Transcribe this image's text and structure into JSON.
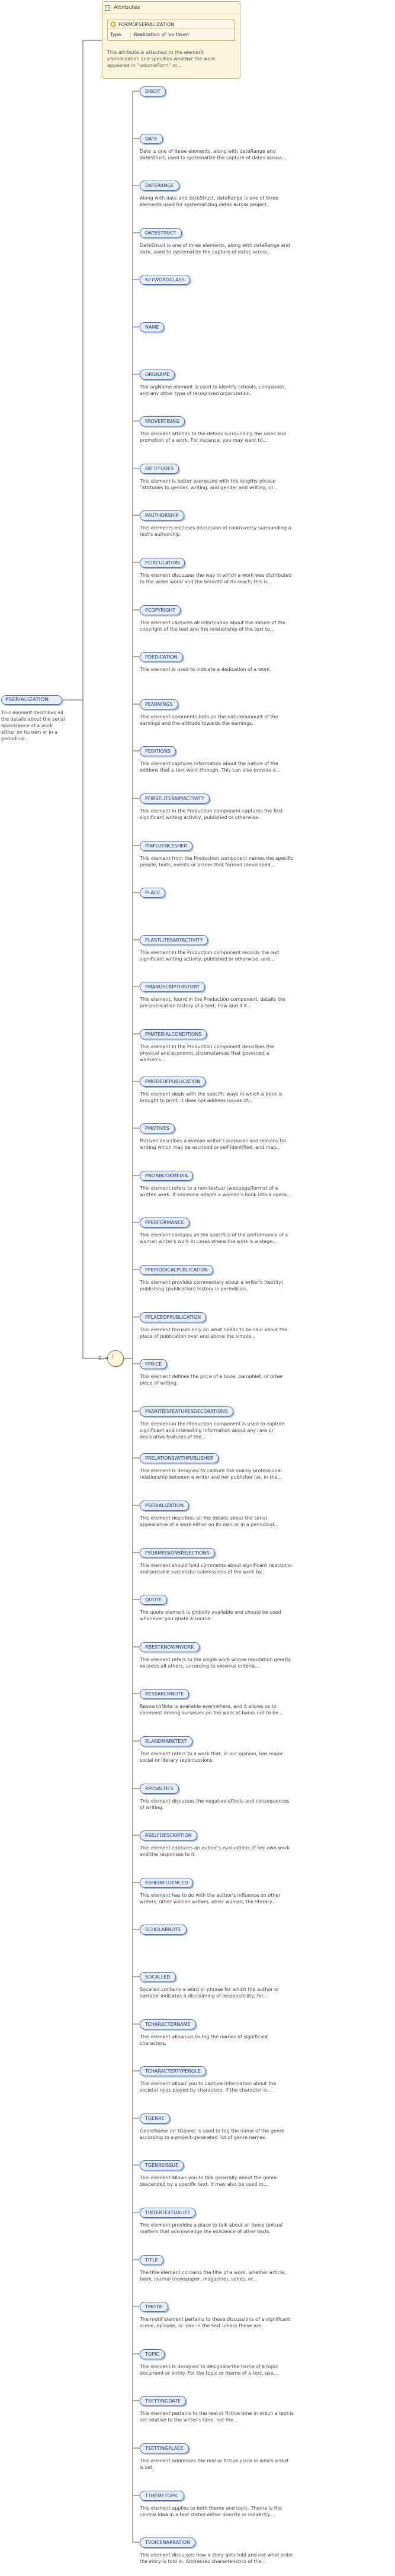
{
  "attributes": {
    "header": "Attributes",
    "name": "FORMOFSERIALIZATION",
    "type_label": "Type",
    "type_value": "Realization of 'xs:token'",
    "doc": "This attribute is attached to the element pSerialization and specifies whether the work appeared in \"volumeForm\" or..."
  },
  "root": {
    "name": "PSERIALIZATION",
    "doc": "This element describes all the details about the serial appearance of a work either on its own or in a periodical..."
  },
  "sequence": {
    "label": "0..∞",
    "mark": "⁝"
  },
  "children": [
    {
      "name": "BIBCIT",
      "doc": ""
    },
    {
      "name": "DATE",
      "doc": "Date is one of three elements, along with dateRange and dateStruct, used to systematize the capture of dates across..."
    },
    {
      "name": "DATERANGE",
      "doc": "Along with date and dateStruct, dateRange is one of three elements used for systematizing dates across project."
    },
    {
      "name": "DATESTRUCT",
      "doc": "DateStruct is one of three elements, along with dateRange and date, used to systematize the capture of dates across."
    },
    {
      "name": "KEYWORDCLASS",
      "doc": ""
    },
    {
      "name": "NAME",
      "doc": ""
    },
    {
      "name": "ORGNAME",
      "doc": "The orgName element is used to identify schools, companies, and any other type of recognized organization."
    },
    {
      "name": "PADVERTISING",
      "doc": "This element attends to the details surrounding the sales and promotion of a work. For instance, you may want to..."
    },
    {
      "name": "PATTITUDES",
      "doc": "This element is better expressed with the lengthy phrase \"attitudes to gender, writing, and gender and writing, or..."
    },
    {
      "name": "PAUTHORSHIP",
      "doc": "This elements encloses discussion of controversy surrounding a text's authorship."
    },
    {
      "name": "PCIRCULATION",
      "doc": "This element discusses the way in which a work was distributed to the wider world and the breadth of its reach; this is..."
    },
    {
      "name": "PCOPYRIGHT",
      "doc": "This element captures all information about the nature of the copyright of the text and the relationship of the text to..."
    },
    {
      "name": "PDEDICATION",
      "doc": "This element is used to indicate a dedication of a work."
    },
    {
      "name": "PEARNINGS",
      "doc": "This element comments both on the nature/amount of the earnings and the attitude towards the earnings."
    },
    {
      "name": "PEDITIONS",
      "doc": "This element captures information about the nature of the editions that a text went through. This can also provide a..."
    },
    {
      "name": "PFIRSTLITERARYACTIVITY",
      "doc": "This element in the Production component captures the first significant writing activity, published or otherwise."
    },
    {
      "name": "PINFLUENCESHER",
      "doc": "This element from the Production component names the specific people, texts, events or places that formed (developed..."
    },
    {
      "name": "PLACE",
      "doc": ""
    },
    {
      "name": "PLASTLITERARYACTIVITY",
      "doc": "This element in the Production component records the last significant writing activity, published or otherwise, and..."
    },
    {
      "name": "PMANUSCRIPTHISTORY",
      "doc": "This element, found in the Production component, details the pre-publication history of a text, how and if it..."
    },
    {
      "name": "PMATERIALCONDITIONS",
      "doc": "This element in the Production component describes the physical and economic circumstances that governed a woman's..."
    },
    {
      "name": "PMODEOFPUBLICATION",
      "doc": "This element deals with the specific ways in which a book is brought to print; it does not address issues of..."
    },
    {
      "name": "PMOTIVES",
      "doc": "Motives describes a woman writer's purposes and reasons for writing which may be ascribed or self-identified, and may..."
    },
    {
      "name": "PNONBOOKMEDIA",
      "doc": "This element refers to a non-textual (webpage/format of a written work. If someone adapts a woman's book into a opera..."
    },
    {
      "name": "PPERFORMANCE",
      "doc": "This element contains all the specifics of the performance of a woman writer's work in cases where the work is a stage..."
    },
    {
      "name": "PPERIODICALPUBLICATION",
      "doc": "This element provides commentary about a writer's (textity) publishing (publication) history in periodicals."
    },
    {
      "name": "PPLACEOFPUBLICATION",
      "doc": "This element focuses only on what needs to be said about the place of publication over and above the simple..."
    },
    {
      "name": "PPRICE",
      "doc": "This element defines the price of a book, pamphlet, or other piece of writing."
    },
    {
      "name": "PRARITIESFEATURESDECORATIONS",
      "doc": "This element in the Production component is used to capture significant and interesting information about any rare or decorative features of the..."
    },
    {
      "name": "PRELATIONSWITHPUBLISHER",
      "doc": "This element is designed to capture the mainly professional relationship between a writer and her publisher (or, in the..."
    },
    {
      "name": "PSERIALIZATION",
      "doc": "This element describes all the details about the serial appearance of a work either on its own or in a periodical..."
    },
    {
      "name": "PSUBMISSIONSREJECTIONS",
      "doc": "This element should hold comments about significant rejections and possible successful submissions of the work by..."
    },
    {
      "name": "QUOTE",
      "doc": "The quote element is globally available and should be used whenever you quote a source."
    },
    {
      "name": "RBESTKNOWNWORK",
      "doc": "This element refers to the single work whose reputation greatly exceeds all others, according to external criteria..."
    },
    {
      "name": "RESEARCHNOTE",
      "doc": "ResearchNote is available everywhere, and it allows us to comment among ourselves on the work at hand; not to be..."
    },
    {
      "name": "RLANDMARKTEXT",
      "doc": "This element refers to a work that, in our opinion, has major social or literary repercussions."
    },
    {
      "name": "RPENALTIES",
      "doc": "This element discusses the negative effects and consequences of writing."
    },
    {
      "name": "RSELFDESCRIPTION",
      "doc": "This element captures an author's evaluations of her own work and the responses to it."
    },
    {
      "name": "RSHEINFLUENCED",
      "doc": "This element has to do with the author's influence on other writers, other women writers, other women, the literary..."
    },
    {
      "name": "SCHOLARNOTE",
      "doc": ""
    },
    {
      "name": "SOCALLED",
      "doc": "Socalled contains a word or phrase for which the author or narrator indicates a disclaiming of responsibility, for..."
    },
    {
      "name": "TCHARACTERNAME",
      "doc": "This element allows us to tag the names of significant characters."
    },
    {
      "name": "TCHARACTERTYPEROLE",
      "doc": "This element allows you to capture information about the societal roles played by characters. If the character is..."
    },
    {
      "name": "TGENRE",
      "doc": "GenreName (or tGenre) is used to tag the name of the genre according to a project-generated list of genre names."
    },
    {
      "name": "TGENREISSUE",
      "doc": "This element allows you to talk generally about the genre descended by a specific text. It may also be used to..."
    },
    {
      "name": "TINTERTEXTUALITY",
      "doc": "This element provides a place to talk about all those textual matters that acknowledge the existence of other texts."
    },
    {
      "name": "TITLE",
      "doc": "The title element contains the title of a work, whether article, book, journal (newspaper, magazine), series, or..."
    },
    {
      "name": "TMOTIF",
      "doc": "The motif element pertains to those discussions of a significant scene, episode, or idea in the text unless these are..."
    },
    {
      "name": "TOPIC",
      "doc": "This element is designed to designate the name of a topic document or entity. For the topic or theme of a text, use..."
    },
    {
      "name": "TSETTINGDATE",
      "doc": "This element pertains to the real or fictive time in which a text is set relative to the writer's time, not the..."
    },
    {
      "name": "TSETTINGPLACE",
      "doc": "This element addresses the real or fictive place in which a text is set."
    },
    {
      "name": "TTHEMETOPIC",
      "doc": "This element applies to both theme and topic. Theme is the central idea in a text stated either directly or indirectly...."
    },
    {
      "name": "TVOICENARRATION",
      "doc": "This element discusses how a story gets told and not what order the story is told in. Addresses characteristics of the..."
    }
  ]
}
